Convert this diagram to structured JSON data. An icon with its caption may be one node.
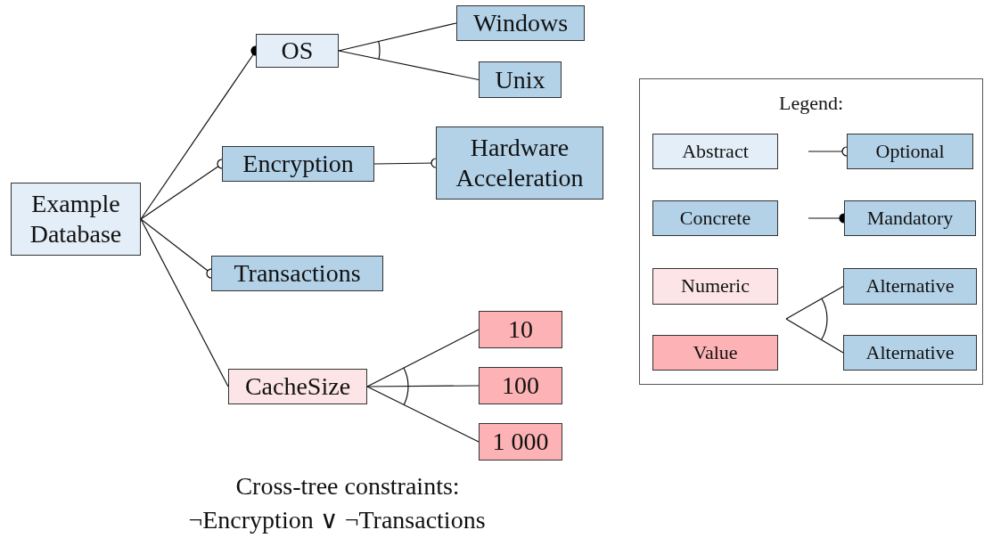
{
  "diagram": {
    "nodes": [
      {
        "text": [
          "Example Database"
        ]
      },
      {
        "text": [
          "OS"
        ]
      },
      {
        "text": [
          "Windows"
        ]
      },
      {
        "text": [
          "Unix"
        ]
      },
      {
        "text": [
          "Encryption"
        ]
      },
      {
        "text": [
          "Hardware Acceleration"
        ]
      },
      {
        "text": [
          "Transactions"
        ]
      },
      {
        "text": [
          "CacheSize"
        ]
      },
      {
        "text": [
          "10"
        ]
      },
      {
        "text": [
          "100"
        ]
      },
      {
        "text": [
          "1 000"
        ]
      },
      {
        "text": [
          "Legend:"
        ]
      },
      {
        "text": [
          "Abstract"
        ],
        "in": 11
      },
      {
        "text": [
          "Optional"
        ],
        "in": 11
      },
      {
        "text": [
          "Concrete"
        ],
        "in": 11
      },
      {
        "text": [
          "Mandatory"
        ],
        "in": 11
      },
      {
        "text": [
          "Numeric"
        ],
        "in": 11
      },
      {
        "text": [
          "Alternative"
        ],
        "in": 11
      },
      {
        "text": [
          "Value"
        ],
        "in": 11
      },
      {
        "text": [
          "Alternative"
        ],
        "in": 11
      }
    ],
    "edges": [
      {
        "from": 0,
        "to": 1,
        "arrow": "other"
      },
      {
        "from": 1,
        "to": 2,
        "arrow": "none"
      },
      {
        "from": 1,
        "to": 3,
        "arrow": "none"
      },
      {
        "from": 0,
        "to": 4,
        "arrow": "other"
      },
      {
        "from": 4,
        "to": 5,
        "arrow": "other"
      },
      {
        "from": 0,
        "to": 6,
        "arrow": "other"
      },
      {
        "from": 0,
        "to": 7,
        "arrow": "none"
      },
      {
        "from": 7,
        "to": 8,
        "arrow": "none"
      },
      {
        "from": 7,
        "to": 9,
        "arrow": "none"
      },
      {
        "from": 7,
        "to": 10,
        "arrow": "none"
      },
      {
        "from": null,
        "to": 13,
        "arrow": "other"
      },
      {
        "from": null,
        "to": 15,
        "arrow": "other"
      },
      {
        "from": null,
        "to": 17,
        "arrow": "none"
      },
      {
        "from": null,
        "to": 19,
        "arrow": "none"
      }
    ],
    "labels": [
      "Cross-tree constraints:",
      "¬Encryption ∨ ¬Transactions"
    ]
  }
}
